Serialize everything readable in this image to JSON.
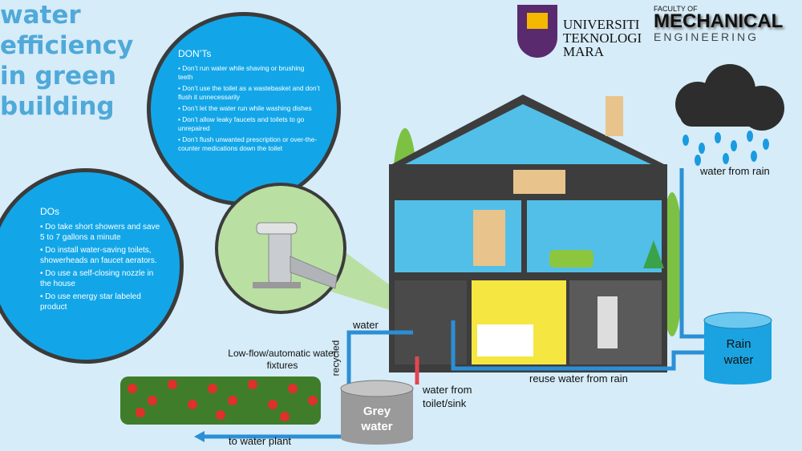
{
  "title": "water efficiency in green building",
  "logos": {
    "university": [
      "UNIVERSITI",
      "TEKNOLOGI",
      "MARA"
    ],
    "faculty_small": "FACULTY OF",
    "faculty_big": "MECHANICAL",
    "faculty_sub": "ENGINEERING"
  },
  "donts": {
    "heading": "DON’Ts",
    "items": [
      "Don’t run water while shaving or brushing teeth",
      "Don’t use the toilet as a wastebasket and don’t flush it unnecessarily",
      "Don’t let the water run while washing dishes",
      "Don’t allow leaky faucets and toilets to go unrepaired",
      "Don’t flush unwanted prescription or over-the-counter medications down the toilet"
    ]
  },
  "dos": {
    "heading": "DOs",
    "items": [
      "Do take short showers and save 5 to 7 gallons a minute",
      "Do install water-saving toilets, showerheads an faucet aerators.",
      "Do use a self-closing nozzle in the house",
      "Do use energy star labeled product"
    ]
  },
  "labels": {
    "water_from_rain": "water from rain",
    "rain_water": "Rain water",
    "reuse": "reuse water from rain",
    "water": "water",
    "recycled": "recycled",
    "fixtures": "Low-flow/automatic water fixtures",
    "toilet_sink": "water from toilet/sink",
    "grey_water": "Grey water",
    "plant": "to water plant"
  },
  "colors": {
    "bubble": "#12a6e8",
    "background": "#d6ecf8",
    "pipe_blue": "#2b8fd6",
    "pipe_red": "#e2474f"
  }
}
